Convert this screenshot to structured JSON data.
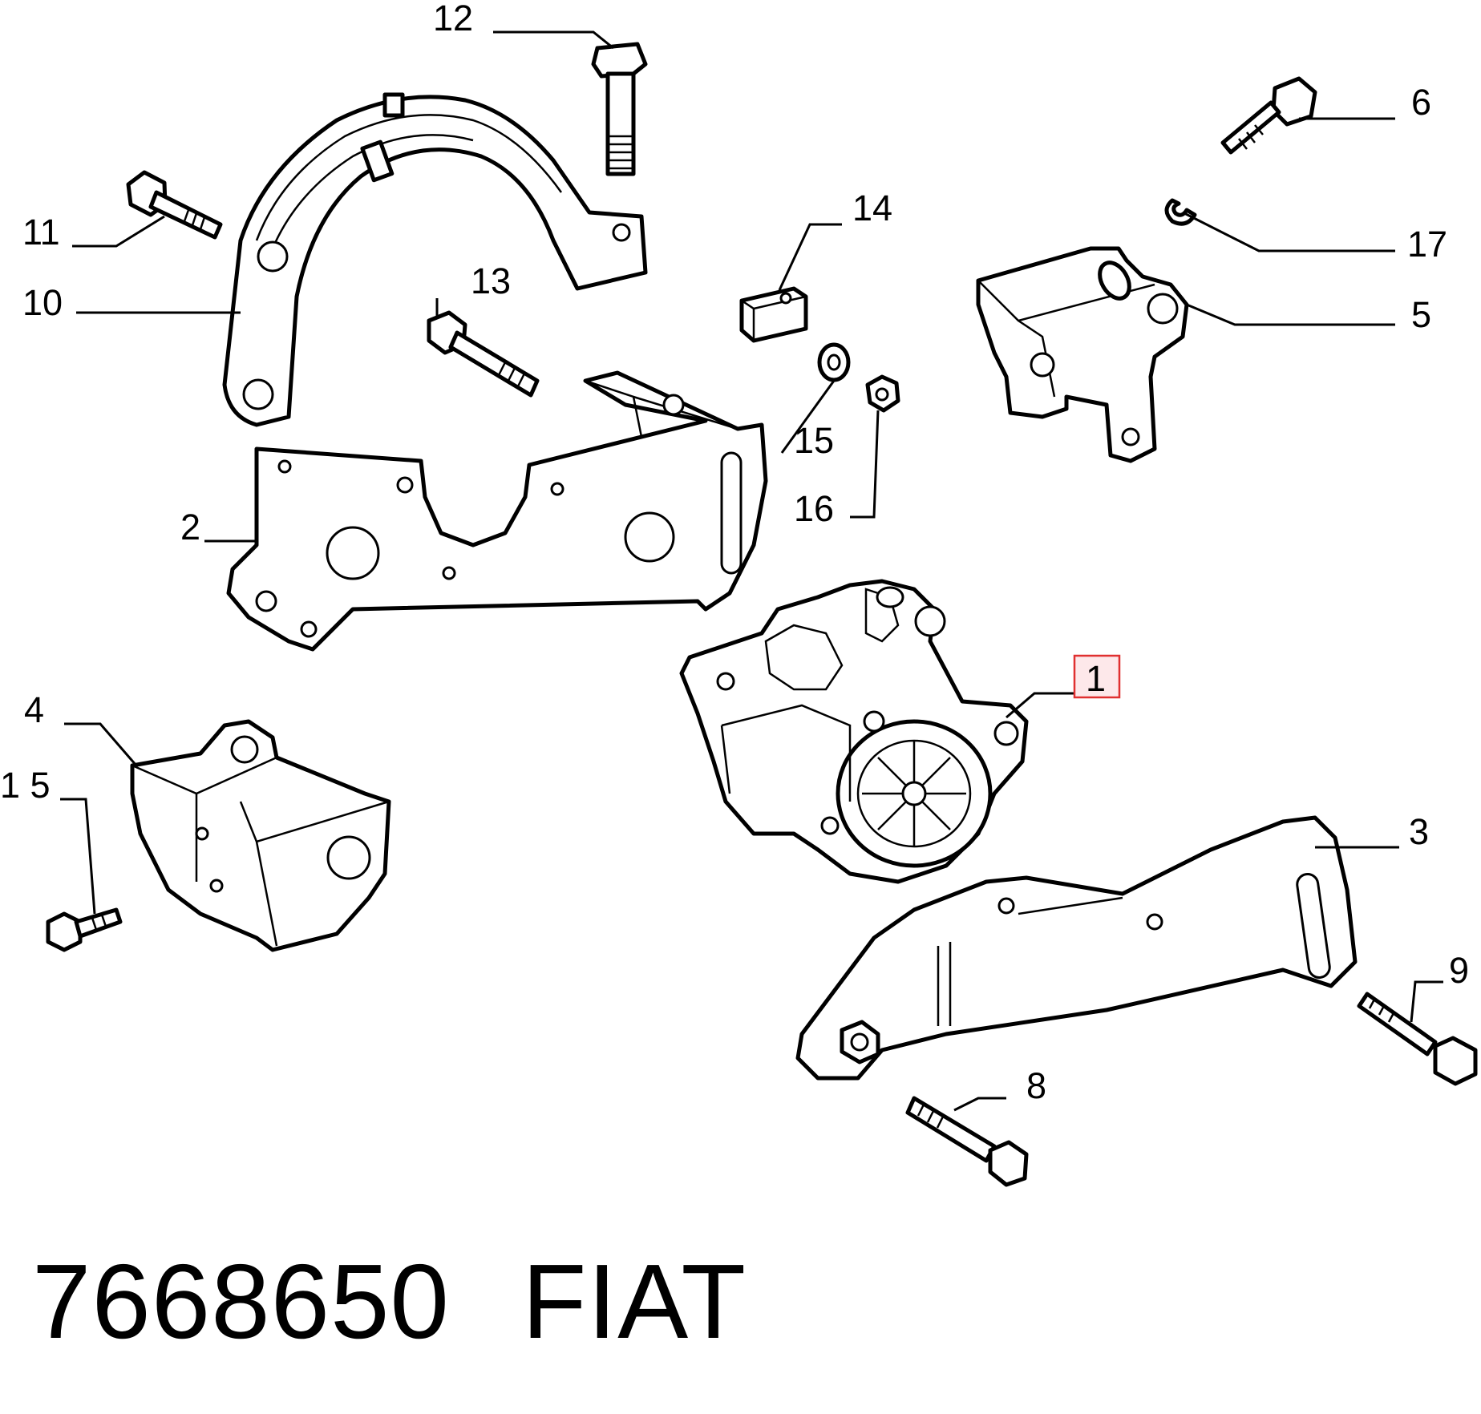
{
  "diagram": {
    "callouts": [
      "12",
      "6",
      "11",
      "14",
      "17",
      "10",
      "13",
      "5",
      "15",
      "16",
      "2",
      "1",
      "4",
      "1 5",
      "3",
      "9",
      "8"
    ],
    "highlighted_callout": "1",
    "highlight_color": "#e03030",
    "highlight_fill": "#fde8ea"
  },
  "footer": {
    "part_number": "7668650",
    "brand": "FIAT"
  }
}
